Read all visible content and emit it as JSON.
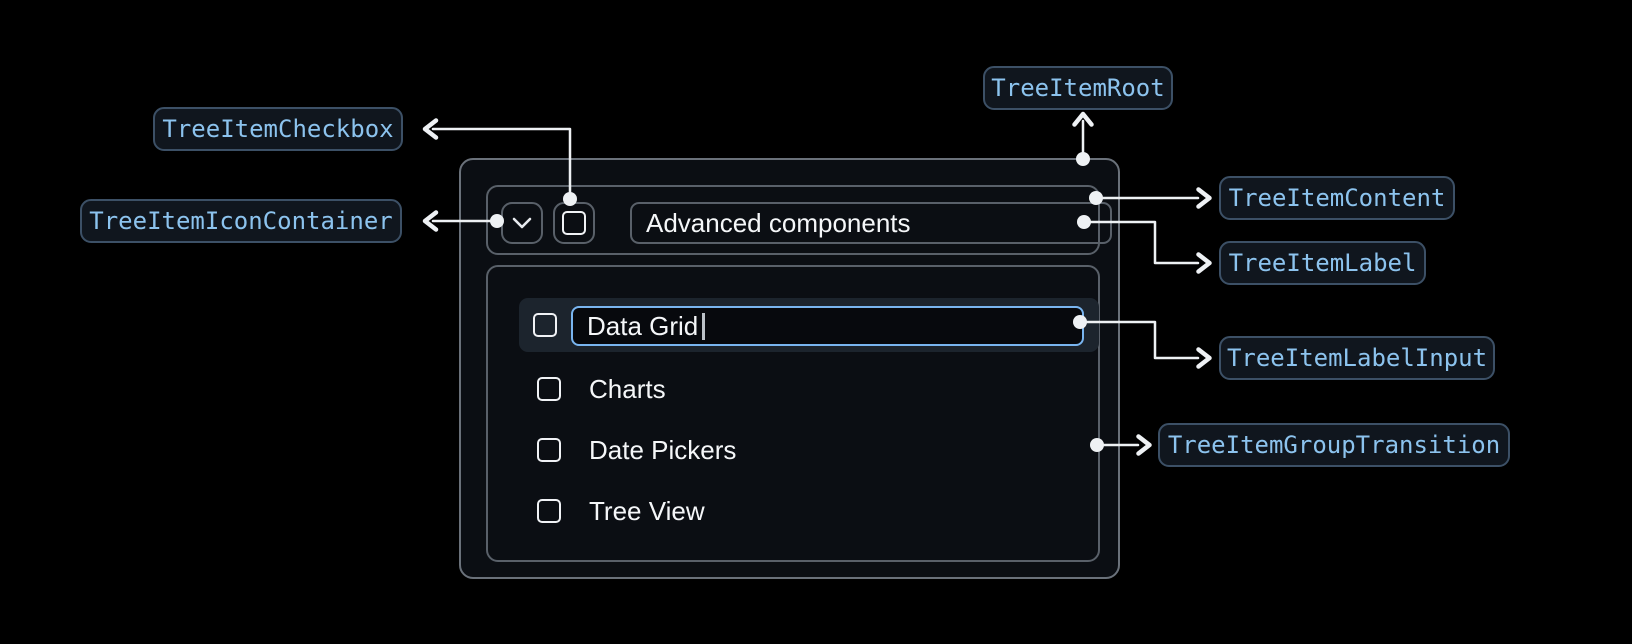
{
  "page": {
    "background": "#000000"
  },
  "colors": {
    "badge_bg": "#10161e",
    "badge_border": "#3c5066",
    "badge_text": "#8cc3ee",
    "component_bg": "#0b0e13",
    "component_border": "#596069",
    "row_highlight_bg": "#1c242d",
    "input_focus_border": "#79b5f0",
    "text": "#f5f7f9",
    "connector": "#eef1f4"
  },
  "annotations": {
    "root": {
      "text": "TreeItemRoot"
    },
    "checkbox": {
      "text": "TreeItemCheckbox"
    },
    "icon_container": {
      "text": "TreeItemIconContainer"
    },
    "content": {
      "text": "TreeItemContent"
    },
    "label": {
      "text": "TreeItemLabel"
    },
    "label_input": {
      "text": "TreeItemLabelInput"
    },
    "group_transition": {
      "text": "TreeItemGroupTransition"
    }
  },
  "tree": {
    "parent": {
      "label": "Advanced components",
      "expanded": true,
      "expand_icon": "chevron-down-icon",
      "checkbox_icon": "checkbox-unchecked-icon",
      "checked": false
    },
    "editing_item": {
      "value": "Data Grid",
      "caret_visible": true,
      "highlighted": true
    },
    "items": [
      {
        "label": "Charts",
        "checked": false
      },
      {
        "label": "Date Pickers",
        "checked": false
      },
      {
        "label": "Tree View",
        "checked": false
      }
    ]
  }
}
